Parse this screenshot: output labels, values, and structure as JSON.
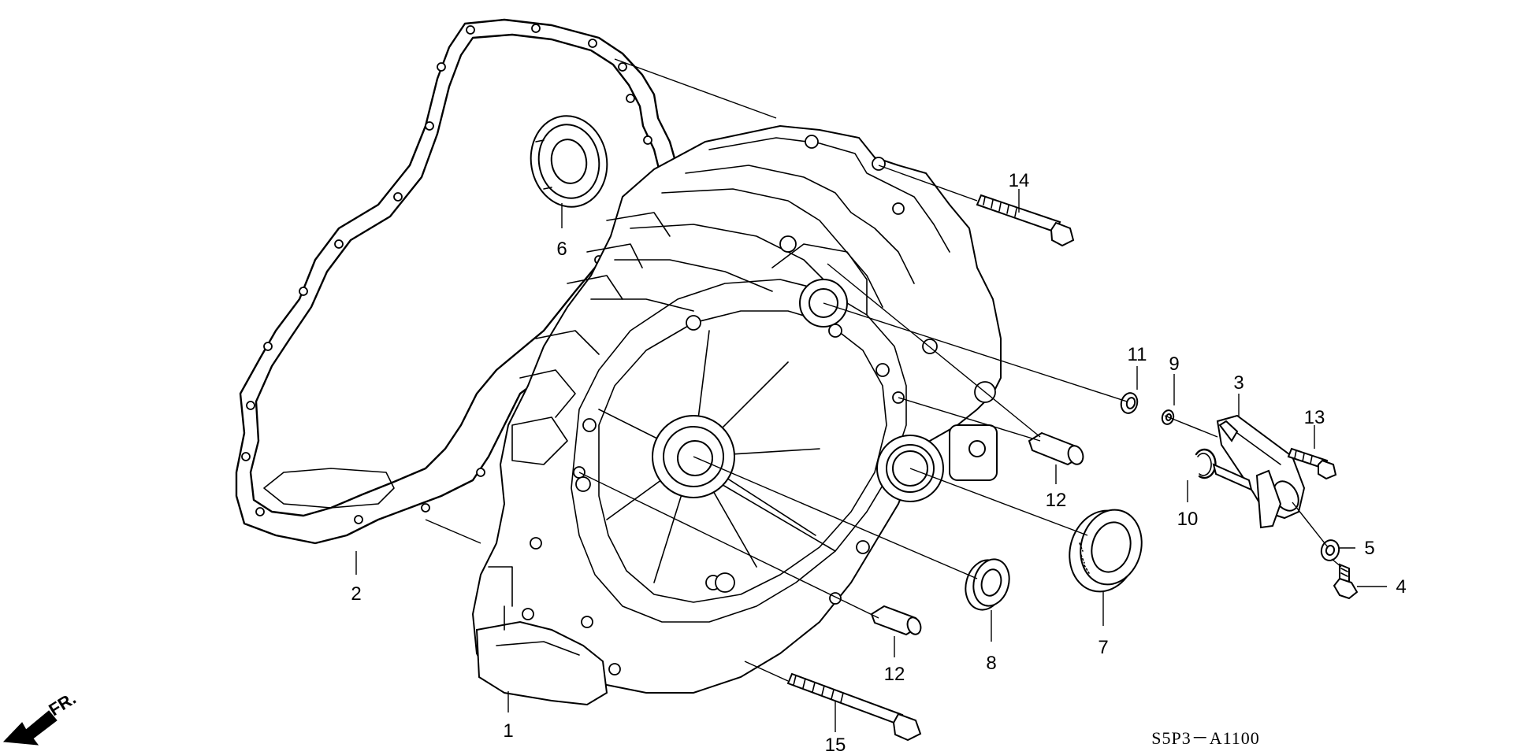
{
  "diagram": {
    "callouts": [
      {
        "id": "1",
        "label": "1"
      },
      {
        "id": "2",
        "label": "2"
      },
      {
        "id": "3",
        "label": "3"
      },
      {
        "id": "4",
        "label": "4"
      },
      {
        "id": "5",
        "label": "5"
      },
      {
        "id": "6",
        "label": "6"
      },
      {
        "id": "7",
        "label": "7"
      },
      {
        "id": "8",
        "label": "8"
      },
      {
        "id": "9",
        "label": "9"
      },
      {
        "id": "10",
        "label": "10"
      },
      {
        "id": "11",
        "label": "11"
      },
      {
        "id": "12a",
        "label": "12"
      },
      {
        "id": "12b",
        "label": "12"
      },
      {
        "id": "13",
        "label": "13"
      },
      {
        "id": "14",
        "label": "14"
      },
      {
        "id": "15",
        "label": "15"
      }
    ],
    "front_marker": "FR.",
    "diagram_code": "S5P3－A1100"
  }
}
